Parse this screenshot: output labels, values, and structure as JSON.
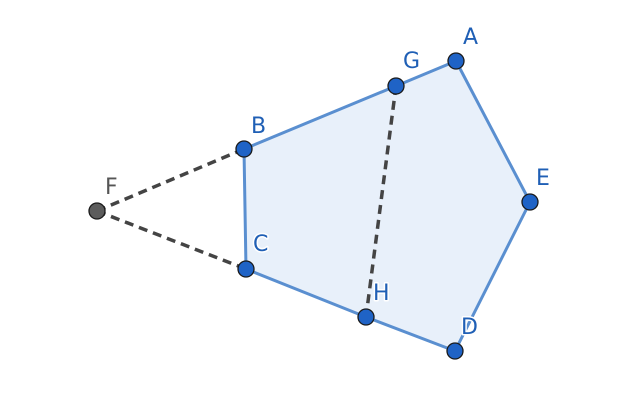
{
  "colors": {
    "polygon_fill": "#e8f0fa",
    "polygon_stroke": "#5a8fd0",
    "dashed_stroke": "#444444",
    "point_blue": "#1f63c6",
    "point_gray": "#5c5c5c",
    "label_blue": "#1f5fb5",
    "label_gray": "#555555"
  },
  "points": [
    {
      "id": "A",
      "label": "A",
      "color": "blue"
    },
    {
      "id": "B",
      "label": "B",
      "color": "blue"
    },
    {
      "id": "C",
      "label": "C",
      "color": "blue"
    },
    {
      "id": "D",
      "label": "D",
      "color": "blue"
    },
    {
      "id": "E",
      "label": "E",
      "color": "blue"
    },
    {
      "id": "F",
      "label": "F",
      "color": "gray"
    },
    {
      "id": "G",
      "label": "G",
      "color": "blue"
    },
    {
      "id": "H",
      "label": "H",
      "color": "blue"
    }
  ],
  "polygon": [
    "A",
    "G",
    "B",
    "C",
    "H",
    "D",
    "E"
  ],
  "dashed_segments": [
    [
      "F",
      "B"
    ],
    [
      "F",
      "C"
    ],
    [
      "G",
      "H"
    ]
  ]
}
